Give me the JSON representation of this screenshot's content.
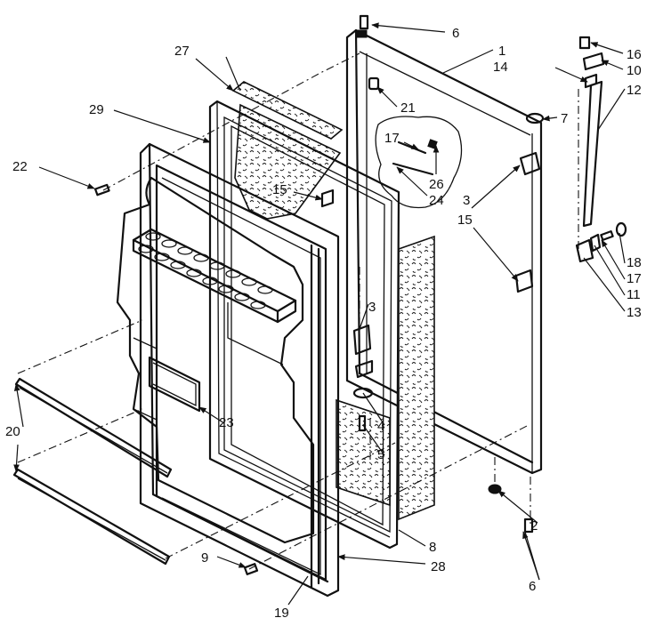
{
  "callouts": {
    "c1": "1",
    "c2": "2",
    "c3a": "3",
    "c3b": "3",
    "c4": "4",
    "c5": "5",
    "c6a": "6",
    "c6b": "6",
    "c7": "7",
    "c8": "8",
    "c9": "9",
    "c10": "10",
    "c11": "11",
    "c12": "12",
    "c13": "13",
    "c14": "14",
    "c15a": "15",
    "c15b": "15",
    "c16": "16",
    "c17a": "17",
    "c17b": "17",
    "c18": "18",
    "c19": "19",
    "c20": "20",
    "c21": "21",
    "c22": "22",
    "c23": "23",
    "c24": "24",
    "c26": "26",
    "c27": "27",
    "c28": "28",
    "c29": "29"
  }
}
